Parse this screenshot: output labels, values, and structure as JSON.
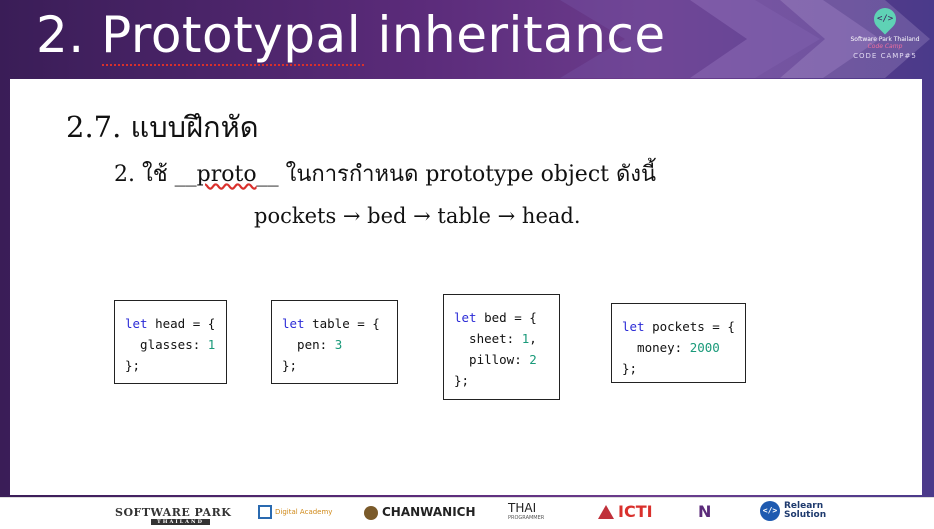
{
  "slide": {
    "title": "2. Prototypal inheritance",
    "brand": {
      "line1": "Software Park Thailand",
      "line2": "Code Camp",
      "line3": "CODE CAMP#5",
      "icon": "code-location-pin-icon"
    },
    "heading": "2.7. แบบฝึกหัด",
    "subheading": {
      "prefix": "2. ใช้ __",
      "keyword": "proto",
      "suffix": "__ ในการกำหนด prototype object ดังนี้"
    },
    "chain": "pockets → bed → table → head.",
    "code_blocks": [
      {
        "name": "head",
        "lines": [
          {
            "kw": "let",
            "text": " head = {"
          },
          {
            "key": "  glasses: ",
            "num": "1"
          },
          {
            "text": "};"
          }
        ]
      },
      {
        "name": "table",
        "lines": [
          {
            "kw": "let",
            "text": " table = {"
          },
          {
            "key": "  pen: ",
            "num": "3"
          },
          {
            "text": "};"
          }
        ]
      },
      {
        "name": "bed",
        "lines": [
          {
            "kw": "let",
            "text": " bed = {"
          },
          {
            "key": "  sheet: ",
            "num": "1",
            "tail": ","
          },
          {
            "key": "  pillow: ",
            "num": "2"
          },
          {
            "text": "};"
          }
        ]
      },
      {
        "name": "pockets",
        "lines": [
          {
            "kw": "let",
            "text": " pockets = {"
          },
          {
            "key": "  money: ",
            "num": "2000"
          },
          {
            "text": "};"
          }
        ]
      }
    ]
  },
  "footer": {
    "sponsors": {
      "software_park": "SOFTWARE PARK",
      "software_park_sub": "THAILAND",
      "digital": "Digital Academy",
      "chanwanich": "CHANWANICH",
      "thai": "THAI",
      "thai_sub": "PROGRAMMER",
      "icti": "ICTI",
      "n": "N",
      "relearn_1": "Relearn",
      "relearn_2": "Solution"
    }
  },
  "colors": {
    "header_purple": "#5b2b7a",
    "keyword_blue": "#2b2bd6",
    "number_green": "#1a9a7a",
    "underline_red": "#d9302c"
  }
}
